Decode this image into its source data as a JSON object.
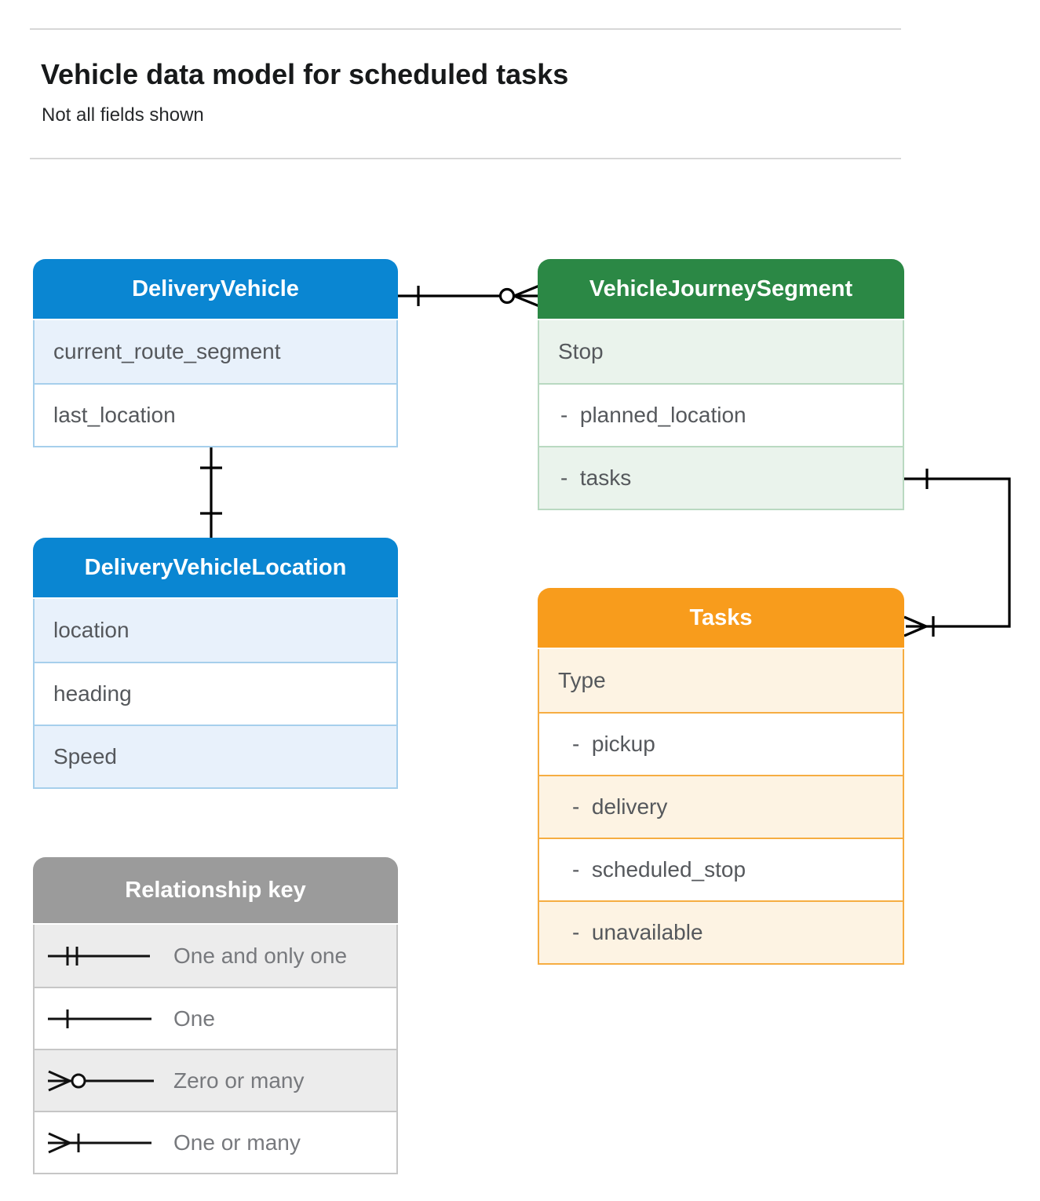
{
  "page": {
    "title": "Vehicle data model for scheduled tasks",
    "subtitle": "Not all fields shown"
  },
  "entities": {
    "delivery_vehicle": {
      "title": "DeliveryVehicle",
      "rows": [
        "current_route_segment",
        "last_location"
      ]
    },
    "vehicle_journey_segment": {
      "title": "VehicleJourneySegment",
      "rows": [
        "Stop",
        "-  planned_location",
        "-  tasks"
      ]
    },
    "delivery_vehicle_location": {
      "title": "DeliveryVehicleLocation",
      "rows": [
        "location",
        "heading",
        "Speed"
      ]
    },
    "tasks": {
      "title": "Tasks",
      "rows": [
        "Type",
        "-  pickup",
        "-  delivery",
        "-  scheduled_stop",
        "-  unavailable"
      ]
    }
  },
  "relationships": [
    {
      "from": "DeliveryVehicle",
      "to": "VehicleJourneySegment",
      "from_cardinality": "one",
      "to_cardinality": "zero-or-many"
    },
    {
      "from": "DeliveryVehicle",
      "to": "DeliveryVehicleLocation",
      "from_cardinality": "one",
      "to_cardinality": "one"
    },
    {
      "from": "VehicleJourneySegment.tasks",
      "to": "Tasks",
      "from_cardinality": "one",
      "to_cardinality": "one-or-many"
    }
  ],
  "legend": {
    "title": "Relationship key",
    "items": [
      {
        "symbol": "one-and-only-one-icon",
        "label": "One and only one"
      },
      {
        "symbol": "one-icon",
        "label": "One"
      },
      {
        "symbol": "zero-or-many-icon",
        "label": "Zero or many"
      },
      {
        "symbol": "one-or-many-icon",
        "label": "One or many"
      }
    ]
  },
  "colors": {
    "blue_header": "#0a86d2",
    "blue_tint": "#e8f1fb",
    "blue_border": "#a6cfec",
    "green_header": "#2b8845",
    "green_tint": "#eaf3ec",
    "green_border": "#b9d9c1",
    "orange_header": "#f89c1c",
    "orange_tint": "#fdf3e3",
    "orange_border": "#f6ad42",
    "gray_header": "#9b9b9b",
    "gray_tint": "#ececec",
    "gray_border": "#c6c6c6",
    "connector": "#000000"
  }
}
